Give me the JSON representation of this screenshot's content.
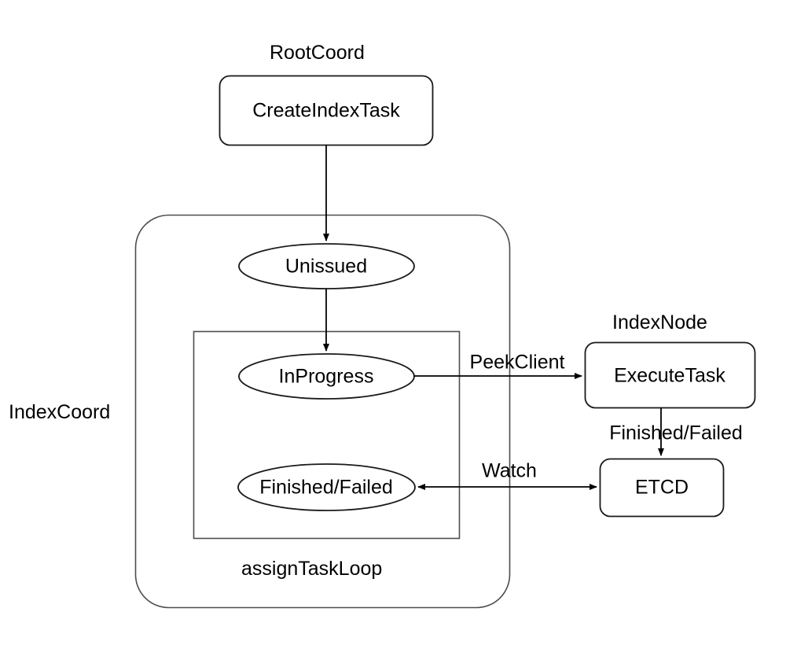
{
  "diagram": {
    "type": "flowchart",
    "background_color": "#ffffff",
    "stroke_color": "#000000",
    "group_stroke_color": "#4d4d4d",
    "text_color": "#000000",
    "groups": [
      {
        "id": "rootcoord",
        "label": "RootCoord",
        "shape": "implicit-label"
      },
      {
        "id": "indexcoord",
        "label": "IndexCoord",
        "shape": "rounded-rect"
      },
      {
        "id": "assigntaskloop",
        "label": "assignTaskLoop",
        "shape": "rect"
      },
      {
        "id": "indexnode",
        "label": "IndexNode",
        "shape": "implicit-label"
      }
    ],
    "nodes": [
      {
        "id": "create-index-task",
        "label": "CreateIndexTask",
        "shape": "rounded-rect",
        "group": "rootcoord"
      },
      {
        "id": "unissued",
        "label": "Unissued",
        "shape": "ellipse",
        "group": "indexcoord"
      },
      {
        "id": "in-progress",
        "label": "InProgress",
        "shape": "ellipse",
        "group": "assigntaskloop"
      },
      {
        "id": "finished-failed-state",
        "label": "Finished/Failed",
        "shape": "ellipse",
        "group": "assigntaskloop"
      },
      {
        "id": "execute-task",
        "label": "ExecuteTask",
        "shape": "rounded-rect",
        "group": "indexnode"
      },
      {
        "id": "etcd",
        "label": "ETCD",
        "shape": "rounded-rect",
        "group": null
      }
    ],
    "edges": [
      {
        "id": "edge-create-to-unissued",
        "from": "create-index-task",
        "to": "unissued",
        "label": "",
        "direction": "forward"
      },
      {
        "id": "edge-unissued-to-inprogress",
        "from": "unissued",
        "to": "in-progress",
        "label": "",
        "direction": "forward"
      },
      {
        "id": "edge-inprogress-to-executetask",
        "from": "in-progress",
        "to": "execute-task",
        "label": "PeekClient",
        "direction": "forward"
      },
      {
        "id": "edge-executetask-to-etcd",
        "from": "execute-task",
        "to": "etcd",
        "label": "Finished/Failed",
        "direction": "forward"
      },
      {
        "id": "edge-etcd-to-finishedfailed",
        "from": "etcd",
        "to": "finished-failed-state",
        "label": "Watch",
        "direction": "both"
      }
    ]
  }
}
